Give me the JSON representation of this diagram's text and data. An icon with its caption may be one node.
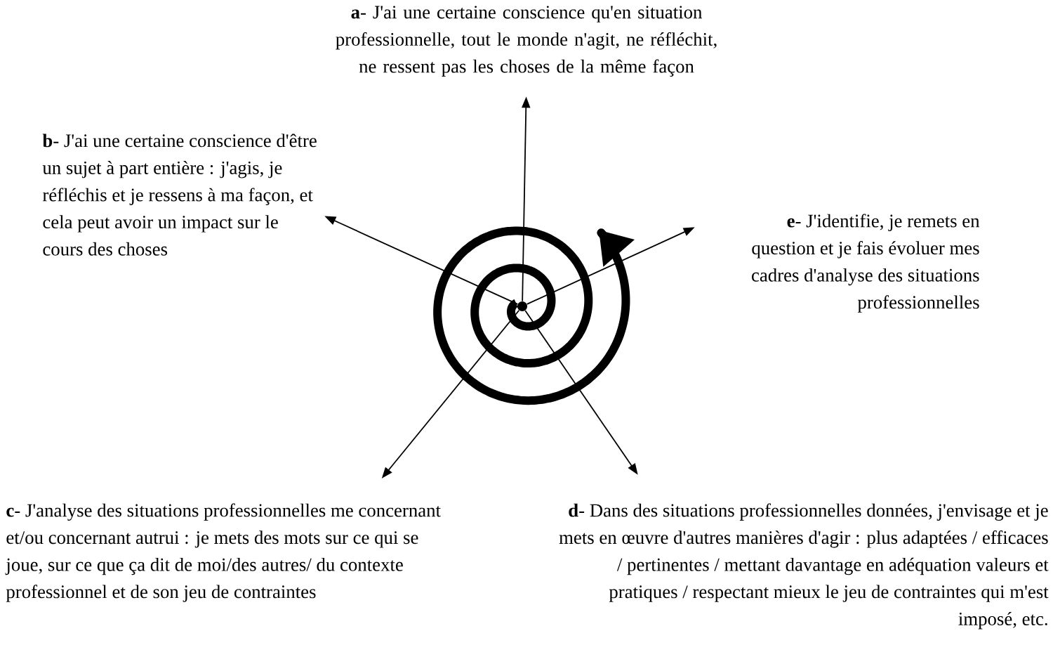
{
  "diagram": {
    "nodes": [
      {
        "text": [
          "**a**- J'ai une certaine conscience qu'en situation professionnelle, tout le monde n'agit, ne réfléchit, ne ressent pas les choses de la même façon"
        ]
      },
      {
        "text": [
          "**b**- J'ai une certaine conscience d'être un sujet à part entière : j'agis, je réfléchis et je ressens à ma façon, et cela peut avoir un impact sur le cours des choses"
        ]
      },
      {
        "text": [
          "**e**- J'identifie, je remets en question et je fais évoluer mes cadres d'analyse des situations professionnelles"
        ]
      },
      {
        "text": [],
        "shape": "spiral"
      },
      {
        "text": [
          "**c**- J'analyse des situations professionnelles me concernant et/ou concernant autrui : je mets des mots sur ce qui se joue, sur ce que ça dit de moi/des autres/ du contexte professionnel et de son jeu de contraintes"
        ]
      },
      {
        "text": [
          "**d**- Dans des situations professionnelles données, j'envisage et je mets en œuvre d'autres manières d'agir : plus adaptées / efficaces / pertinentes / mettant davantage en adéquation valeurs et pratiques / respectant mieux le jeu de contraintes qui m'est imposé, etc."
        ]
      }
    ],
    "edges": [
      {
        "from": 3,
        "to": 0,
        "arrow": "to"
      },
      {
        "from": 3,
        "to": 1,
        "arrow": "to"
      },
      {
        "from": 3,
        "to": 2,
        "arrow": "to"
      },
      {
        "from": 3,
        "to": 4,
        "arrow": "to"
      },
      {
        "from": 3,
        "to": 5,
        "arrow": "to"
      }
    ]
  }
}
